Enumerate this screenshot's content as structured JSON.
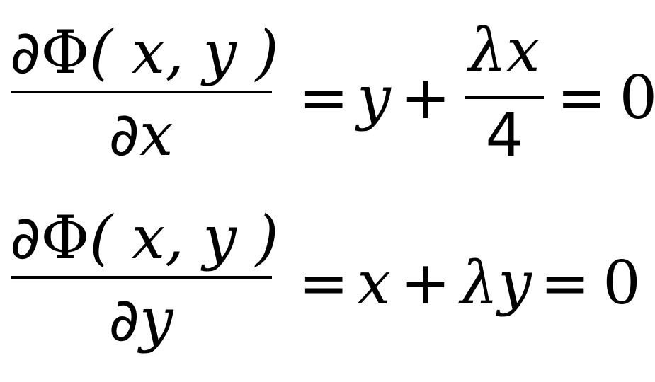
{
  "equation1": {
    "numerator": {
      "partial": "∂",
      "func": "Φ",
      "args": "( x, y )"
    },
    "denominator": {
      "partial": "∂",
      "var": "x"
    },
    "eq_sign": "=",
    "term1": "y",
    "plus": "+",
    "frac_num": "λx",
    "frac_den": "4",
    "eq_sign2": "=",
    "zero": "0"
  },
  "equation2": {
    "numerator": {
      "partial": "∂",
      "func": "Φ",
      "args": "( x, y )"
    },
    "denominator": {
      "partial": "∂",
      "var": "y"
    },
    "eq_sign": "=",
    "term1": "x",
    "plus": "+",
    "term2": "λy",
    "eq_sign2": "=",
    "zero": "0"
  }
}
